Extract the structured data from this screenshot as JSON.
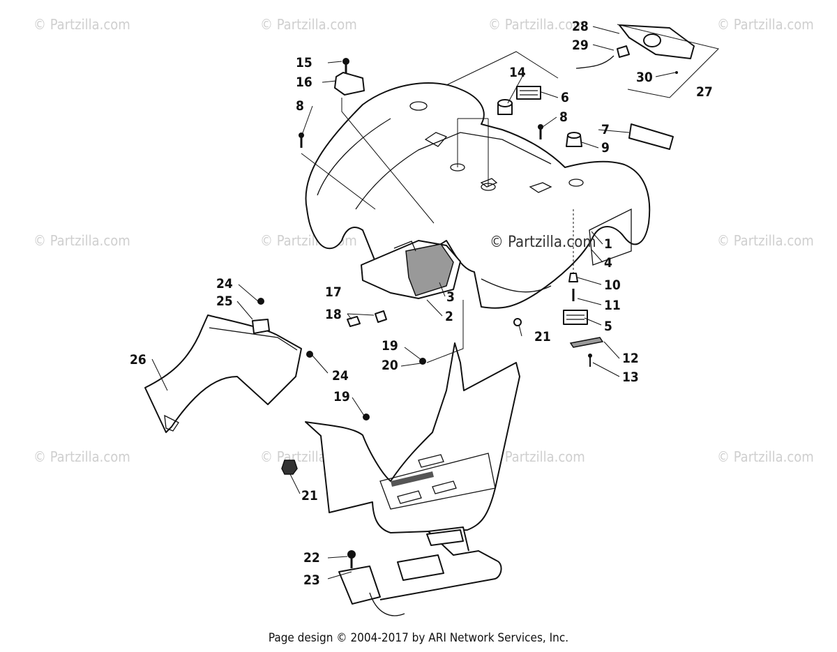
{
  "watermark": "© Partzilla.com",
  "center_watermark": "© Partzilla.com",
  "footer": "Page design © 2004-2017 by ARI Network Services, Inc.",
  "callouts": {
    "c1": "1",
    "c2": "2",
    "c3": "3",
    "c4": "4",
    "c5": "5",
    "c6": "6",
    "c7": "7",
    "c8a": "8",
    "c8b": "8",
    "c9": "9",
    "c10": "10",
    "c11": "11",
    "c12": "12",
    "c13": "13",
    "c14": "14",
    "c15": "15",
    "c16": "16",
    "c17": "17",
    "c18": "18",
    "c19a": "19",
    "c19b": "19",
    "c20": "20",
    "c21a": "21",
    "c21b": "21",
    "c22": "22",
    "c23": "23",
    "c24a": "24",
    "c24b": "24",
    "c25": "25",
    "c26": "26",
    "c27": "27",
    "c28": "28",
    "c29": "29",
    "c30": "30"
  }
}
